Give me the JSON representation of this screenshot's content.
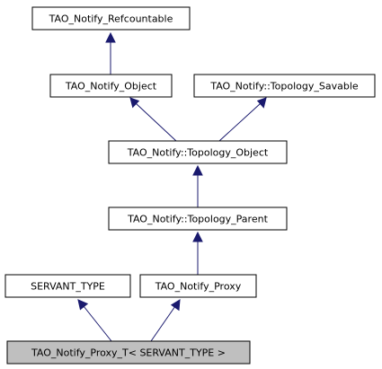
{
  "nodes": {
    "refcountable": {
      "label": "TAO_Notify_Refcountable"
    },
    "object": {
      "label": "TAO_Notify_Object"
    },
    "topology_savable": {
      "label": "TAO_Notify::Topology_Savable"
    },
    "topology_object": {
      "label": "TAO_Notify::Topology_Object"
    },
    "topology_parent": {
      "label": "TAO_Notify::Topology_Parent"
    },
    "servant_type": {
      "label": "SERVANT_TYPE"
    },
    "proxy": {
      "label": "TAO_Notify_Proxy"
    },
    "proxy_t": {
      "label": "TAO_Notify_Proxy_T< SERVANT_TYPE >"
    }
  },
  "colors": {
    "edge": "#1a1a6e",
    "highlight_fill": "#bfbfbf",
    "node_border": "#000000"
  }
}
